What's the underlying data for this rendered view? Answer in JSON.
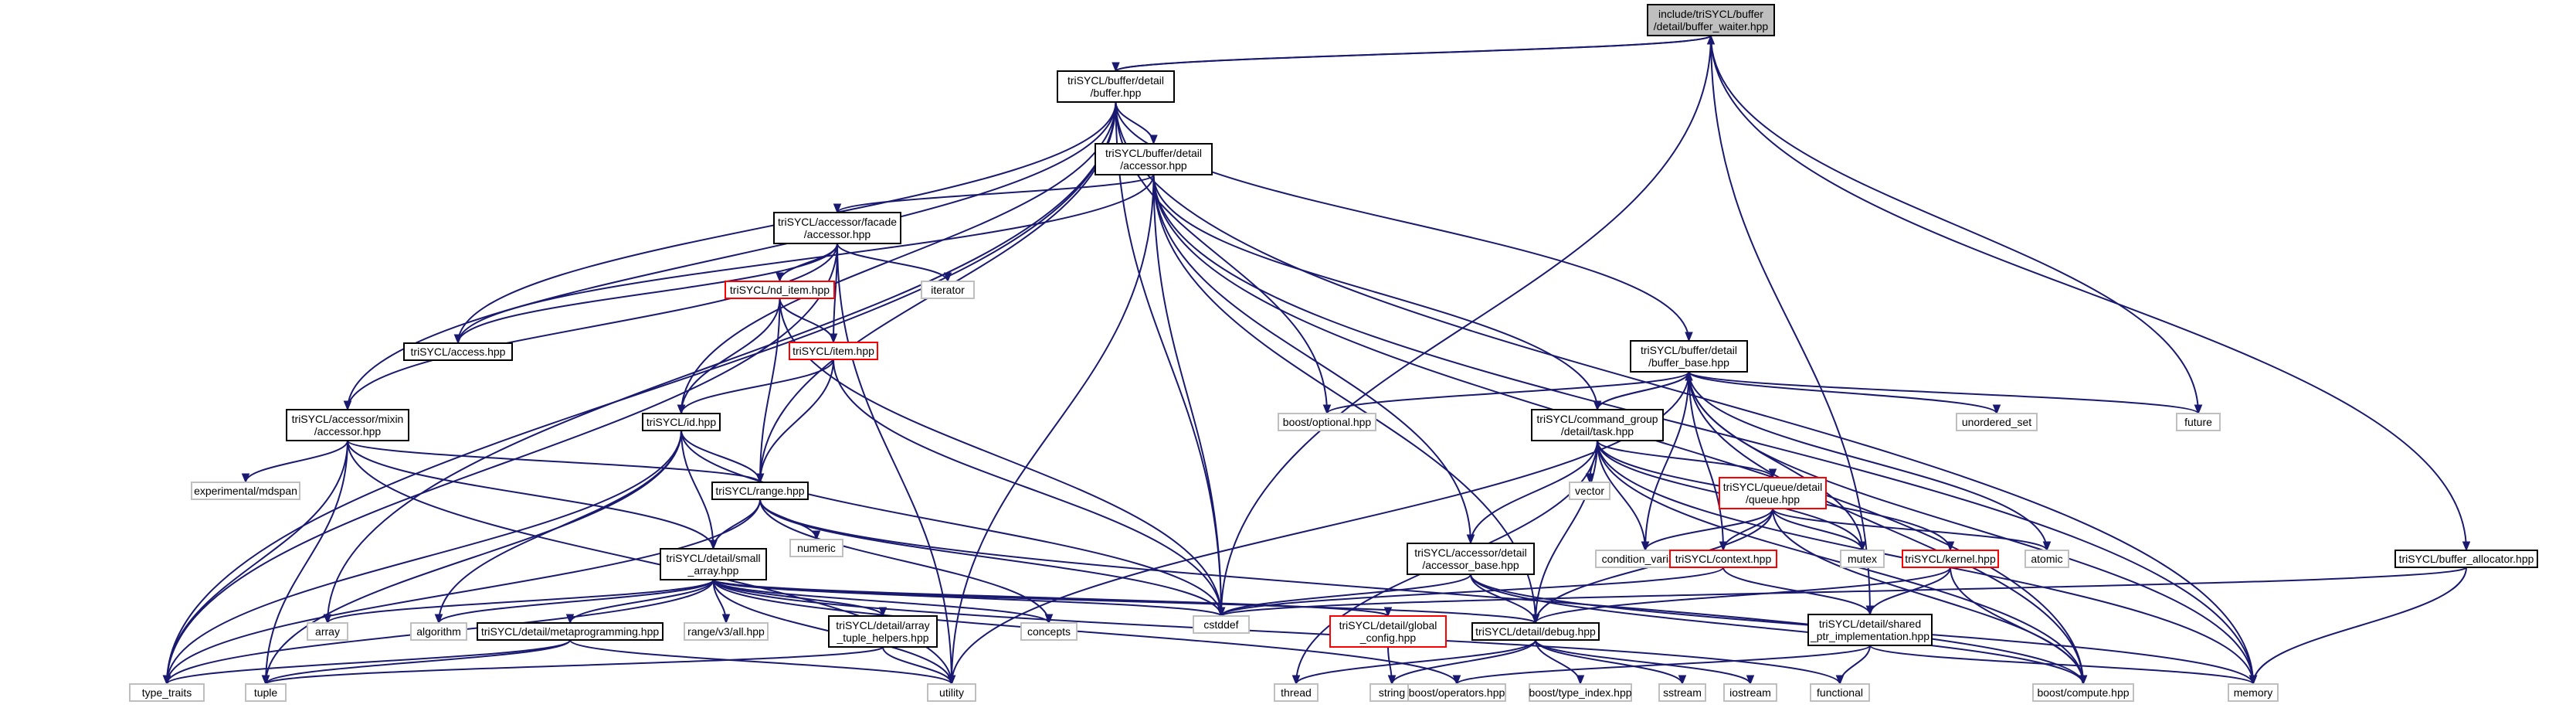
{
  "colors": {
    "edge": "#191970",
    "project_border": "#000000",
    "external_border": "#bfbfbf",
    "incomplete_border": "#ff0000",
    "root_fill": "#bfbfbf",
    "fill": "#ffffff"
  },
  "nodes": [
    {
      "id": "n_buffer_waiter",
      "kind": "root",
      "lines": [
        "include/triSYCL/buffer",
        "/detail/buffer_waiter.hpp"
      ]
    },
    {
      "id": "n_buffer_hpp",
      "kind": "project",
      "lines": [
        "triSYCL/buffer/detail",
        "/buffer.hpp"
      ]
    },
    {
      "id": "n_detail_accessor",
      "kind": "project",
      "lines": [
        "triSYCL/buffer/detail",
        "/accessor.hpp"
      ]
    },
    {
      "id": "n_facade_accessor",
      "kind": "project",
      "lines": [
        "triSYCL/accessor/facade",
        "/accessor.hpp"
      ]
    },
    {
      "id": "n_nd_item",
      "kind": "incomplete",
      "lines": [
        "triSYCL/nd_item.hpp"
      ]
    },
    {
      "id": "n_item",
      "kind": "incomplete",
      "lines": [
        "triSYCL/item.hpp"
      ]
    },
    {
      "id": "n_access",
      "kind": "project",
      "lines": [
        "triSYCL/access.hpp"
      ]
    },
    {
      "id": "n_iterator",
      "kind": "external",
      "lines": [
        "iterator"
      ]
    },
    {
      "id": "n_mixin_accessor",
      "kind": "project",
      "lines": [
        "triSYCL/accessor/mixin",
        "/accessor.hpp"
      ]
    },
    {
      "id": "n_id",
      "kind": "project",
      "lines": [
        "triSYCL/id.hpp"
      ]
    },
    {
      "id": "n_range",
      "kind": "project",
      "lines": [
        "triSYCL/range.hpp"
      ]
    },
    {
      "id": "n_mdspan",
      "kind": "external",
      "lines": [
        "experimental/mdspan"
      ]
    },
    {
      "id": "n_numeric",
      "kind": "external",
      "lines": [
        "numeric"
      ]
    },
    {
      "id": "n_small_array",
      "kind": "project",
      "lines": [
        "triSYCL/detail/small",
        "_array.hpp"
      ]
    },
    {
      "id": "n_array",
      "kind": "external",
      "lines": [
        "array"
      ]
    },
    {
      "id": "n_algorithm",
      "kind": "external",
      "lines": [
        "algorithm"
      ]
    },
    {
      "id": "n_metaprogramming",
      "kind": "project",
      "lines": [
        "triSYCL/detail/metaprogramming.hpp"
      ]
    },
    {
      "id": "n_range_v3",
      "kind": "external",
      "lines": [
        "range/v3/all.hpp"
      ]
    },
    {
      "id": "n_array_tuple",
      "kind": "project",
      "lines": [
        "triSYCL/detail/array",
        "_tuple_helpers.hpp"
      ]
    },
    {
      "id": "n_concepts",
      "kind": "external",
      "lines": [
        "concepts"
      ]
    },
    {
      "id": "n_cstddef",
      "kind": "external",
      "lines": [
        "cstddef"
      ]
    },
    {
      "id": "n_global_config",
      "kind": "incomplete",
      "lines": [
        "triSYCL/detail/global",
        "_config.hpp"
      ]
    },
    {
      "id": "n_debug",
      "kind": "project",
      "lines": [
        "triSYCL/detail/debug.hpp"
      ]
    },
    {
      "id": "n_type_traits",
      "kind": "external",
      "lines": [
        "type_traits"
      ]
    },
    {
      "id": "n_tuple",
      "kind": "external",
      "lines": [
        "tuple"
      ]
    },
    {
      "id": "n_utility",
      "kind": "external",
      "lines": [
        "utility"
      ]
    },
    {
      "id": "n_string",
      "kind": "external",
      "lines": [
        "string"
      ]
    },
    {
      "id": "n_thread",
      "kind": "external",
      "lines": [
        "thread"
      ]
    },
    {
      "id": "n_boost_operators",
      "kind": "external",
      "lines": [
        "boost/operators.hpp"
      ]
    },
    {
      "id": "n_boost_type_index",
      "kind": "external",
      "lines": [
        "boost/type_index.hpp"
      ]
    },
    {
      "id": "n_sstream",
      "kind": "external",
      "lines": [
        "sstream"
      ]
    },
    {
      "id": "n_iostream",
      "kind": "external",
      "lines": [
        "iostream"
      ]
    },
    {
      "id": "n_functional",
      "kind": "external",
      "lines": [
        "functional"
      ]
    },
    {
      "id": "n_boost_compute",
      "kind": "external",
      "lines": [
        "boost/compute.hpp"
      ]
    },
    {
      "id": "n_memory",
      "kind": "external",
      "lines": [
        "memory"
      ]
    },
    {
      "id": "n_boost_optional",
      "kind": "external",
      "lines": [
        "boost/optional.hpp"
      ]
    },
    {
      "id": "n_buffer_base",
      "kind": "project",
      "lines": [
        "triSYCL/buffer/detail",
        "/buffer_base.hpp"
      ]
    },
    {
      "id": "n_task",
      "kind": "project",
      "lines": [
        "triSYCL/command_group",
        "/detail/task.hpp"
      ]
    },
    {
      "id": "n_vector",
      "kind": "external",
      "lines": [
        "vector"
      ]
    },
    {
      "id": "n_queue",
      "kind": "incomplete",
      "lines": [
        "triSYCL/queue/detail",
        "/queue.hpp"
      ]
    },
    {
      "id": "n_condvar",
      "kind": "external",
      "lines": [
        "condition_variable"
      ]
    },
    {
      "id": "n_accessor_base",
      "kind": "project",
      "lines": [
        "triSYCL/accessor/detail",
        "/accessor_base.hpp"
      ]
    },
    {
      "id": "n_context",
      "kind": "incomplete",
      "lines": [
        "triSYCL/context.hpp"
      ]
    },
    {
      "id": "n_mutex",
      "kind": "external",
      "lines": [
        "mutex"
      ]
    },
    {
      "id": "n_kernel",
      "kind": "incomplete",
      "lines": [
        "triSYCL/kernel.hpp"
      ]
    },
    {
      "id": "n_atomic",
      "kind": "external",
      "lines": [
        "atomic"
      ]
    },
    {
      "id": "n_shared_ptr",
      "kind": "project",
      "lines": [
        "triSYCL/detail/shared",
        "_ptr_implementation.hpp"
      ]
    },
    {
      "id": "n_unordered_set",
      "kind": "external",
      "lines": [
        "unordered_set"
      ]
    },
    {
      "id": "n_future",
      "kind": "external",
      "lines": [
        "future"
      ]
    },
    {
      "id": "n_buffer_allocator",
      "kind": "project",
      "lines": [
        "triSYCL/buffer_allocator.hpp"
      ]
    }
  ],
  "edges": [
    [
      "n_buffer_waiter",
      "n_buffer_hpp"
    ],
    [
      "n_buffer_waiter",
      "n_cstddef"
    ],
    [
      "n_buffer_waiter",
      "n_future"
    ],
    [
      "n_buffer_waiter",
      "n_shared_ptr"
    ],
    [
      "n_buffer_waiter",
      "n_buffer_allocator"
    ],
    [
      "n_buffer_hpp",
      "n_buffer_waiter"
    ],
    [
      "n_buffer_hpp",
      "n_detail_accessor"
    ],
    [
      "n_buffer_hpp",
      "n_access"
    ],
    [
      "n_buffer_hpp",
      "n_mixin_accessor"
    ],
    [
      "n_buffer_hpp",
      "n_id"
    ],
    [
      "n_buffer_hpp",
      "n_range"
    ],
    [
      "n_buffer_hpp",
      "n_array"
    ],
    [
      "n_buffer_hpp",
      "n_type_traits"
    ],
    [
      "n_buffer_hpp",
      "n_cstddef"
    ],
    [
      "n_buffer_hpp",
      "n_boost_optional"
    ],
    [
      "n_buffer_hpp",
      "n_buffer_base"
    ],
    [
      "n_buffer_hpp",
      "n_memory"
    ],
    [
      "n_detail_accessor",
      "n_facade_accessor"
    ],
    [
      "n_detail_accessor",
      "n_task"
    ],
    [
      "n_detail_accessor",
      "n_accessor_base"
    ],
    [
      "n_detail_accessor",
      "n_debug"
    ],
    [
      "n_detail_accessor",
      "n_cstddef"
    ],
    [
      "n_detail_accessor",
      "n_utility"
    ],
    [
      "n_detail_accessor",
      "n_memory"
    ],
    [
      "n_detail_accessor",
      "n_boost_compute"
    ],
    [
      "n_detail_accessor",
      "n_access"
    ],
    [
      "n_facade_accessor",
      "n_access"
    ],
    [
      "n_facade_accessor",
      "n_nd_item"
    ],
    [
      "n_facade_accessor",
      "n_item"
    ],
    [
      "n_facade_accessor",
      "n_iterator"
    ],
    [
      "n_facade_accessor",
      "n_mixin_accessor"
    ],
    [
      "n_facade_accessor",
      "n_type_traits"
    ],
    [
      "n_facade_accessor",
      "n_utility"
    ],
    [
      "n_nd_item",
      "n_item"
    ],
    [
      "n_nd_item",
      "n_id"
    ],
    [
      "n_nd_item",
      "n_range"
    ],
    [
      "n_nd_item",
      "n_cstddef"
    ],
    [
      "n_item",
      "n_id"
    ],
    [
      "n_item",
      "n_range"
    ],
    [
      "n_item",
      "n_cstddef"
    ],
    [
      "n_mixin_accessor",
      "n_mdspan"
    ],
    [
      "n_mixin_accessor",
      "n_range"
    ],
    [
      "n_mixin_accessor",
      "n_small_array"
    ],
    [
      "n_mixin_accessor",
      "n_tuple"
    ],
    [
      "n_mixin_accessor",
      "n_type_traits"
    ],
    [
      "n_mixin_accessor",
      "n_utility"
    ],
    [
      "n_id",
      "n_range"
    ],
    [
      "n_id",
      "n_small_array"
    ],
    [
      "n_id",
      "n_algorithm"
    ],
    [
      "n_id",
      "n_cstddef"
    ],
    [
      "n_id",
      "n_type_traits"
    ],
    [
      "n_id",
      "n_tuple"
    ],
    [
      "n_range",
      "n_numeric"
    ],
    [
      "n_range",
      "n_small_array"
    ],
    [
      "n_range",
      "n_cstddef"
    ],
    [
      "n_range",
      "n_concepts"
    ],
    [
      "n_range",
      "n_type_traits"
    ],
    [
      "n_range",
      "n_boost_compute"
    ],
    [
      "n_small_array",
      "n_array"
    ],
    [
      "n_small_array",
      "n_algorithm"
    ],
    [
      "n_small_array",
      "n_metaprogramming"
    ],
    [
      "n_small_array",
      "n_range_v3"
    ],
    [
      "n_small_array",
      "n_array_tuple"
    ],
    [
      "n_small_array",
      "n_concepts"
    ],
    [
      "n_small_array",
      "n_cstddef"
    ],
    [
      "n_small_array",
      "n_global_config"
    ],
    [
      "n_small_array",
      "n_debug"
    ],
    [
      "n_small_array",
      "n_type_traits"
    ],
    [
      "n_small_array",
      "n_utility"
    ],
    [
      "n_small_array",
      "n_boost_operators"
    ],
    [
      "n_small_array",
      "n_functional"
    ],
    [
      "n_metaprogramming",
      "n_type_traits"
    ],
    [
      "n_metaprogramming",
      "n_tuple"
    ],
    [
      "n_metaprogramming",
      "n_utility"
    ],
    [
      "n_array_tuple",
      "n_tuple"
    ],
    [
      "n_array_tuple",
      "n_utility"
    ],
    [
      "n_global_config",
      "n_string"
    ],
    [
      "n_debug",
      "n_thread"
    ],
    [
      "n_debug",
      "n_string"
    ],
    [
      "n_debug",
      "n_boost_type_index"
    ],
    [
      "n_debug",
      "n_sstream"
    ],
    [
      "n_debug",
      "n_iostream"
    ],
    [
      "n_buffer_base",
      "n_task"
    ],
    [
      "n_buffer_base",
      "n_boost_optional"
    ],
    [
      "n_buffer_base",
      "n_condvar"
    ],
    [
      "n_buffer_base",
      "n_context"
    ],
    [
      "n_buffer_base",
      "n_mutex"
    ],
    [
      "n_buffer_base",
      "n_atomic"
    ],
    [
      "n_buffer_base",
      "n_boost_compute"
    ],
    [
      "n_buffer_base",
      "n_memory"
    ],
    [
      "n_buffer_base",
      "n_unordered_set"
    ],
    [
      "n_buffer_base",
      "n_future"
    ],
    [
      "n_buffer_base",
      "n_utility"
    ],
    [
      "n_task",
      "n_buffer_base"
    ],
    [
      "n_task",
      "n_vector"
    ],
    [
      "n_task",
      "n_queue"
    ],
    [
      "n_task",
      "n_condvar"
    ],
    [
      "n_task",
      "n_accessor_base"
    ],
    [
      "n_task",
      "n_mutex"
    ],
    [
      "n_task",
      "n_kernel"
    ],
    [
      "n_task",
      "n_debug"
    ],
    [
      "n_task",
      "n_thread"
    ],
    [
      "n_task",
      "n_boost_compute"
    ],
    [
      "n_task",
      "n_memory"
    ],
    [
      "n_queue",
      "n_condvar"
    ],
    [
      "n_queue",
      "n_context"
    ],
    [
      "n_queue",
      "n_mutex"
    ],
    [
      "n_queue",
      "n_atomic"
    ],
    [
      "n_queue",
      "n_debug"
    ],
    [
      "n_queue",
      "n_boost_compute"
    ],
    [
      "n_accessor_base",
      "n_cstddef"
    ],
    [
      "n_accessor_base",
      "n_debug"
    ],
    [
      "n_accessor_base",
      "n_boost_compute"
    ],
    [
      "n_accessor_base",
      "n_memory"
    ],
    [
      "n_context",
      "n_cstddef"
    ],
    [
      "n_context",
      "n_shared_ptr"
    ],
    [
      "n_kernel",
      "n_debug"
    ],
    [
      "n_kernel",
      "n_shared_ptr"
    ],
    [
      "n_kernel",
      "n_boost_compute"
    ],
    [
      "n_shared_ptr",
      "n_boost_operators"
    ],
    [
      "n_shared_ptr",
      "n_functional"
    ],
    [
      "n_shared_ptr",
      "n_memory"
    ],
    [
      "n_buffer_allocator",
      "n_cstddef"
    ],
    [
      "n_buffer_allocator",
      "n_memory"
    ]
  ]
}
